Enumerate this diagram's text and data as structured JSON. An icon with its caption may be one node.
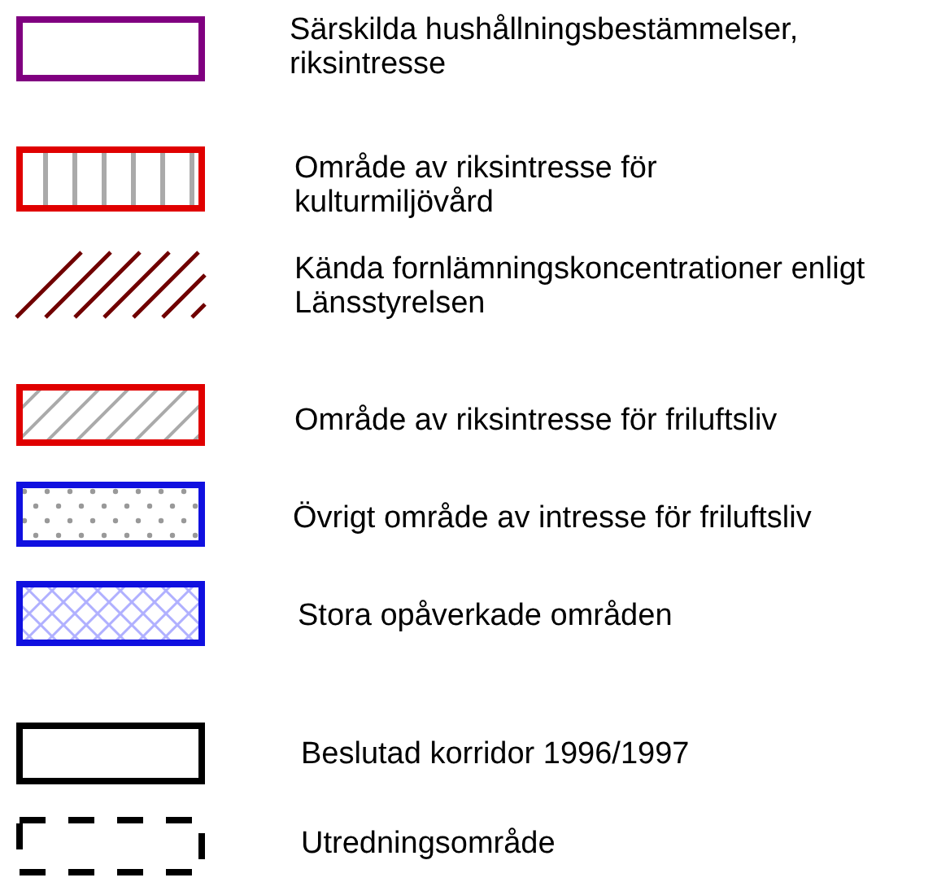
{
  "diagram": {
    "legend": [
      {
        "text": "Särskilda hushållningsbestämmelser, riksintresse"
      },
      {
        "text": "Område av riksintresse för kulturmiljövård"
      },
      {
        "text": "Kända fornlämningskoncentrationer enligt Länsstyrelsen"
      },
      {
        "text": "Område av riksintresse för friluftsliv"
      },
      {
        "text": "Övrigt område av intresse för friluftsliv"
      },
      {
        "text": "Stora opåverkade områden"
      },
      {
        "text": "Beslutad korridor 1996/1997"
      },
      {
        "text": "Utredningsområde"
      }
    ]
  }
}
